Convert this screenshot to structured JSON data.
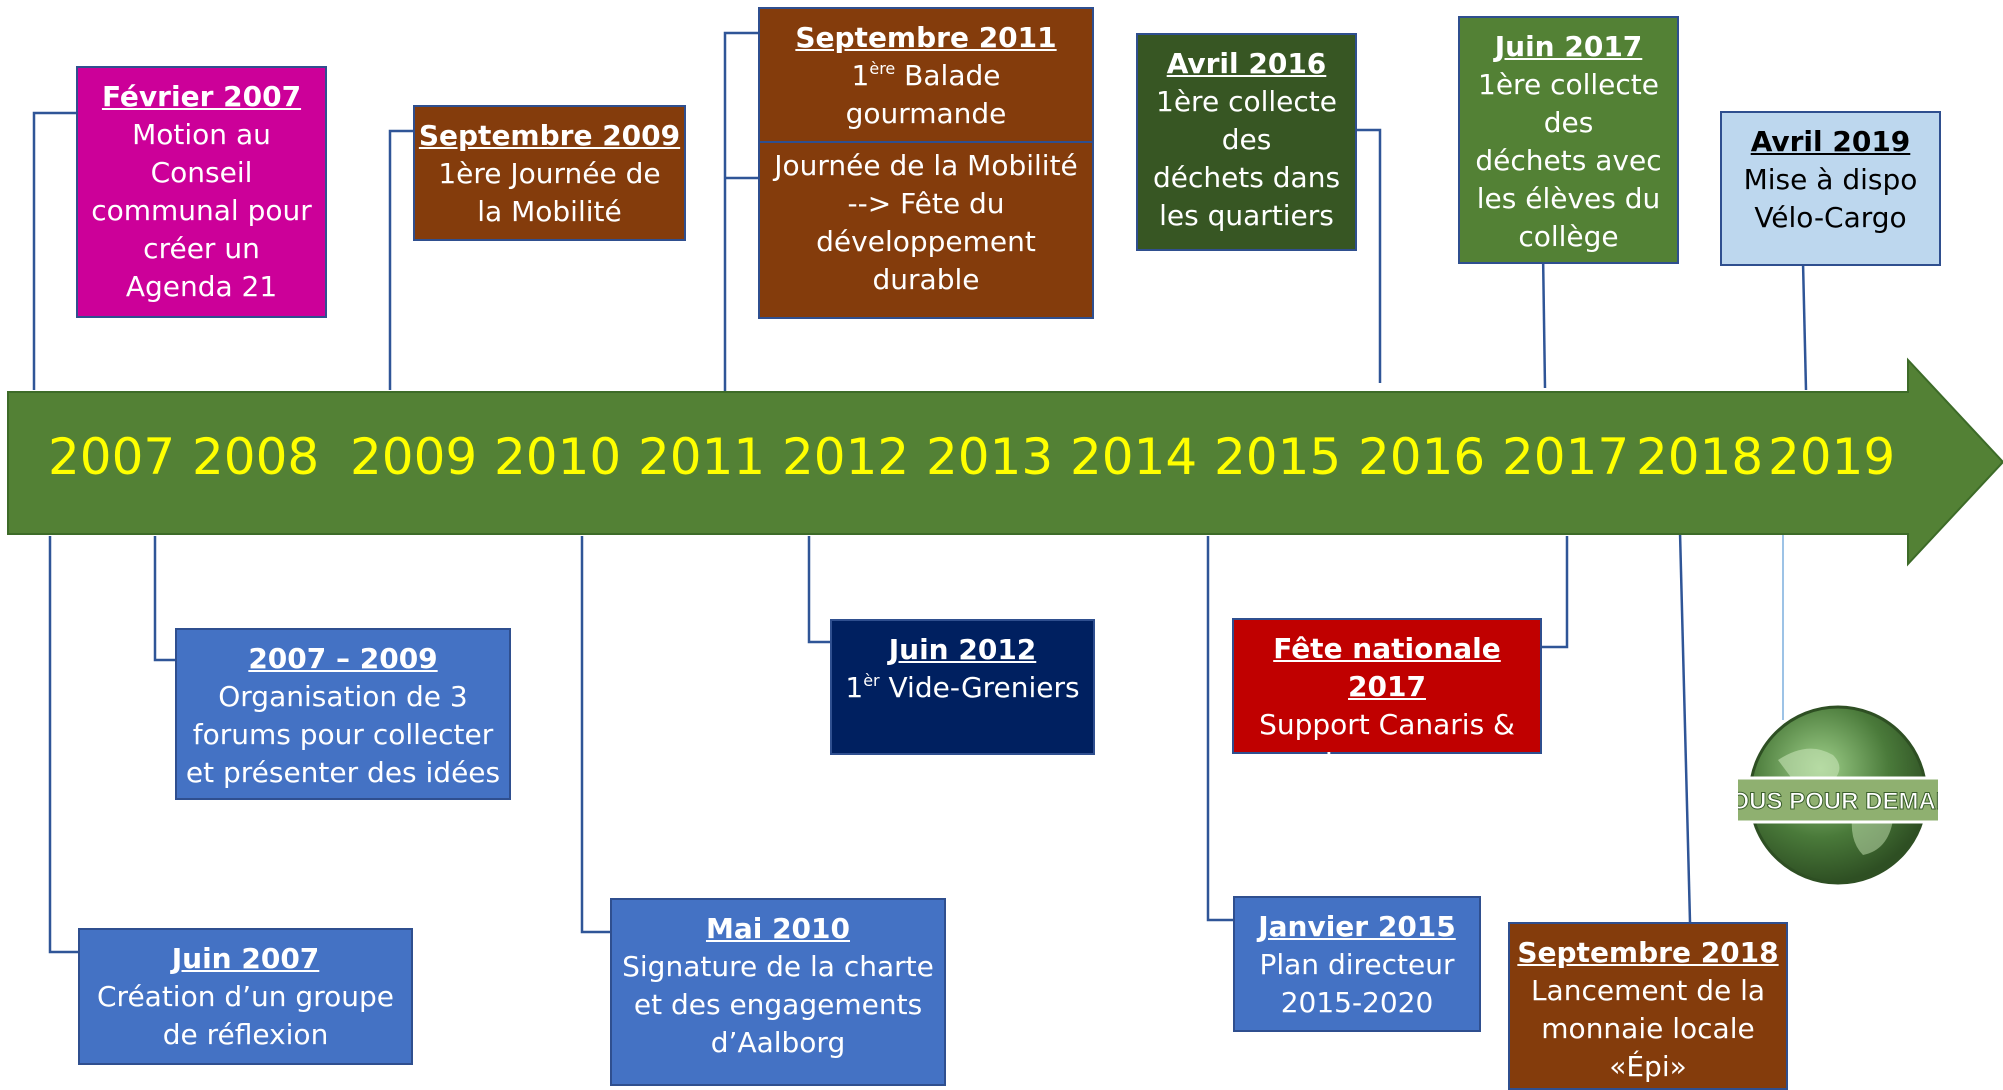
{
  "timeline": {
    "years": [
      "2007",
      "2008",
      "2009",
      "2010",
      "2011",
      "2012",
      "2013",
      "2014",
      "2015",
      "2016",
      "2017",
      "2018",
      "2019"
    ],
    "arrow_color": "#538135",
    "year_color": "#ffff00"
  },
  "events_top": [
    {
      "title": "Février 2007",
      "lines": [
        "Motion au",
        "Conseil",
        "communal pour",
        "créer un",
        "Agenda 21"
      ],
      "color": "#cc0099"
    },
    {
      "title": "Septembre 2009",
      "lines": [
        "1ère Journée de",
        "la Mobilité"
      ],
      "color": "#843c0c"
    },
    {
      "title": "Septembre 2011",
      "lines_rich": [
        {
          "main": "1",
          "sup": "ère",
          "rest": " Balade"
        },
        {
          "main": "gourmande"
        }
      ],
      "lines2": [
        "Journée de la Mobilité",
        "--> Fête du",
        "développement",
        "durable"
      ],
      "color": "#843c0c"
    },
    {
      "title": "Avril 2016",
      "lines": [
        "1ère collecte",
        "des",
        "déchets dans",
        "les quartiers"
      ],
      "color": "#375623"
    },
    {
      "title": "Juin 2017",
      "lines": [
        "1ère collecte",
        "des",
        "déchets avec",
        "les élèves du",
        "collège"
      ],
      "color": "#538135"
    },
    {
      "title": "Avril 2019",
      "lines": [
        "Mise à dispo",
        "Vélo-Cargo"
      ],
      "color": "#bdd7ee"
    }
  ],
  "events_bottom": [
    {
      "title": "2007 – 2009",
      "lines": [
        "Organisation de 3",
        "forums pour collecter",
        "et présenter des idées"
      ],
      "color": "#4472c4"
    },
    {
      "title": "Juin 2007",
      "lines": [
        "Création d’un groupe",
        "de réflexion"
      ],
      "color": "#4472c4"
    },
    {
      "title": "Mai 2010",
      "lines": [
        "Signature de la charte",
        "et des engagements",
        "d’Aalborg"
      ],
      "color": "#4472c4"
    },
    {
      "title": "Juin 2012",
      "lines_rich": [
        {
          "main": "1",
          "sup": "èr",
          "rest": " Vide-Greniers"
        }
      ],
      "color": "#002060"
    },
    {
      "title": "Fête nationale 2017",
      "lines": [
        "Support Canaris &",
        "Jeunesse"
      ],
      "color": "#c00000"
    },
    {
      "title": "Janvier 2015",
      "lines": [
        "Plan directeur",
        "2015-2020"
      ],
      "color": "#4472c4"
    },
    {
      "title": "Septembre 2018",
      "lines": [
        "Lancement de la",
        "monnaie locale",
        "«Épi»"
      ],
      "color": "#843c0c"
    }
  ],
  "logo": {
    "text": "TOUS POUR DEMAIN",
    "globe_color": "#4a7a3a",
    "banner_color": "#8fb070"
  }
}
